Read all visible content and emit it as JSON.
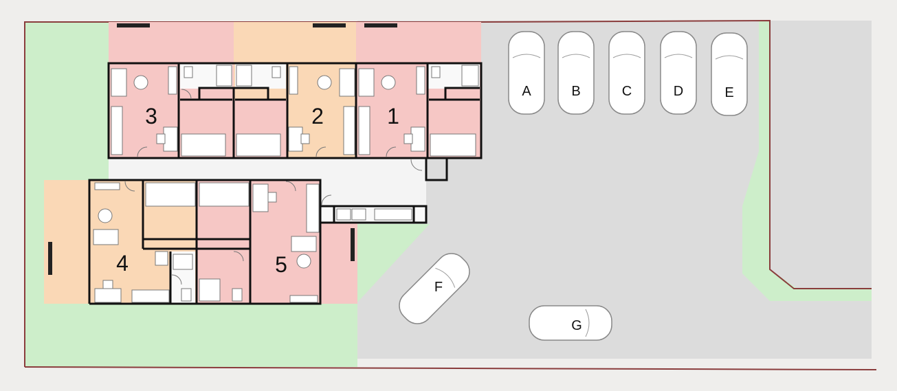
{
  "colors": {
    "background": "#efeeec",
    "lawn": "#cdeeca",
    "parking": "#dcdcdc",
    "corridor": "#f4f4f4",
    "unit_pink": "#f6c7c5",
    "unit_orange": "#fad8b6",
    "wall": "#111111",
    "boundary": "#8a3c3c",
    "car": "#ffffff"
  },
  "units": [
    {
      "label": "1"
    },
    {
      "label": "2"
    },
    {
      "label": "3"
    },
    {
      "label": "4"
    },
    {
      "label": "5"
    }
  ],
  "parking_spaces": [
    {
      "label": "A"
    },
    {
      "label": "B"
    },
    {
      "label": "C"
    },
    {
      "label": "D"
    },
    {
      "label": "E"
    },
    {
      "label": "F"
    },
    {
      "label": "G"
    }
  ]
}
